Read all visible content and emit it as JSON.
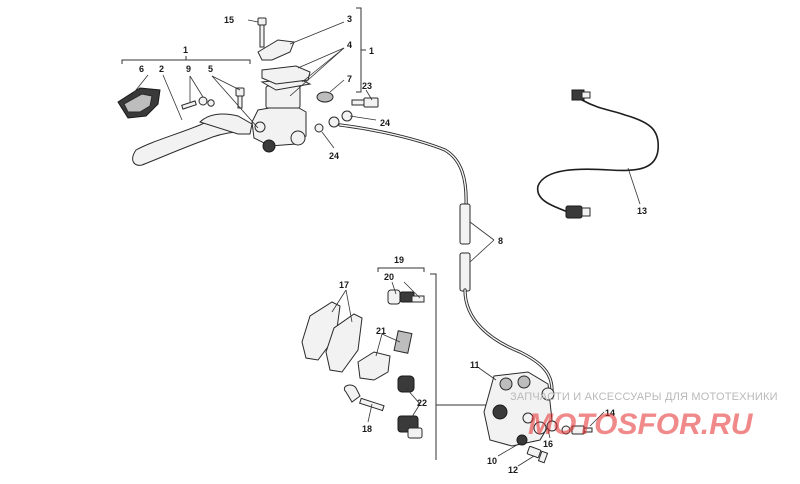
{
  "labels": {
    "l1a": "1",
    "l1b": "1",
    "l2": "2",
    "l3": "3",
    "l4": "4",
    "l5": "5",
    "l6": "6",
    "l7": "7",
    "l8": "8",
    "l9": "9",
    "l10": "10",
    "l11": "11",
    "l12": "12",
    "l13": "13",
    "l14": "14",
    "l15": "15",
    "l16": "16",
    "l17": "17",
    "l18": "18",
    "l19": "19",
    "l20": "20",
    "l21": "21",
    "l22": "22",
    "l23": "23",
    "l24a": "24",
    "l24b": "24"
  },
  "watermark": {
    "text": "ЗАПЧАСТИ И АКСЕССУАРЫ ДЛЯ МОТОТЕХНИКИ",
    "logo": "MOTOSFOR.RU"
  },
  "colors": {
    "line": "#2a2a2a",
    "watermark_red": "#e52b2b",
    "watermark_gray": "#b9b9b9"
  }
}
